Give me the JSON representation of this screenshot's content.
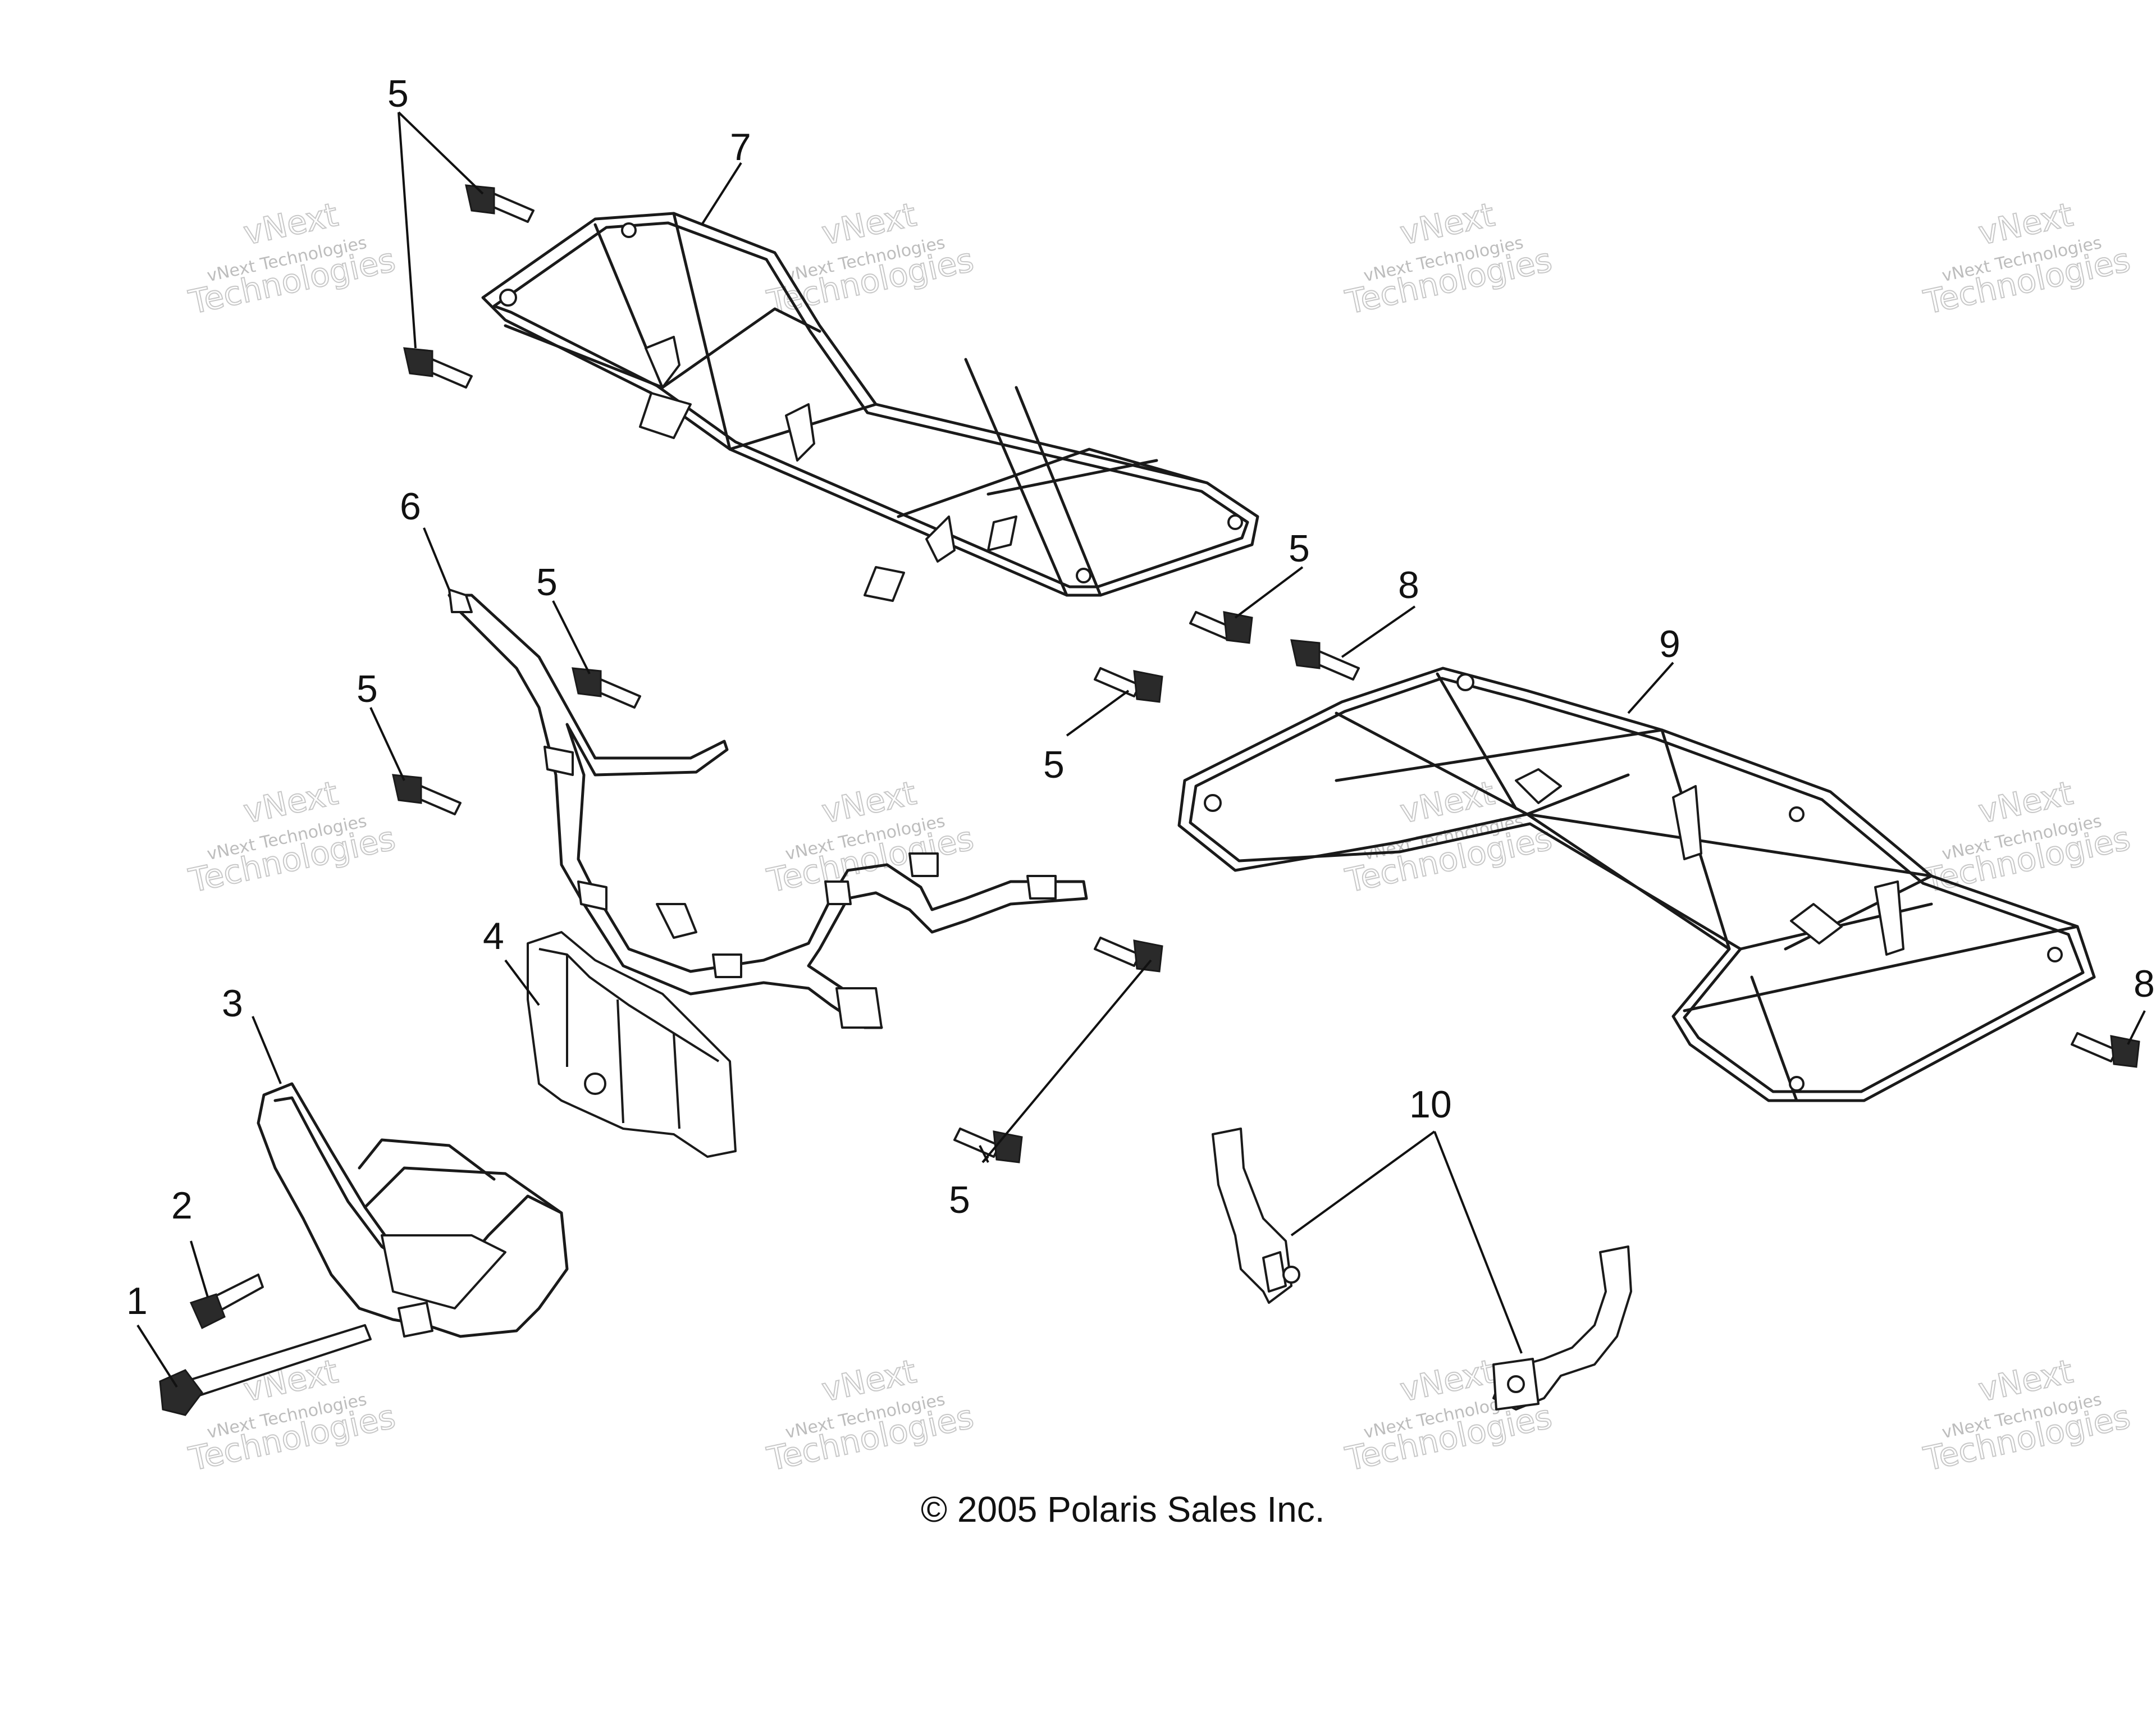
{
  "diagram": {
    "callouts": [
      "1",
      "2",
      "3",
      "4",
      "5",
      "6",
      "7",
      "8",
      "9",
      "10"
    ],
    "copyright": "© 2005 Polaris Sales Inc.",
    "watermark": {
      "line1": "vNext Technologies",
      "line2": "Technologies",
      "top": "vNext"
    }
  }
}
